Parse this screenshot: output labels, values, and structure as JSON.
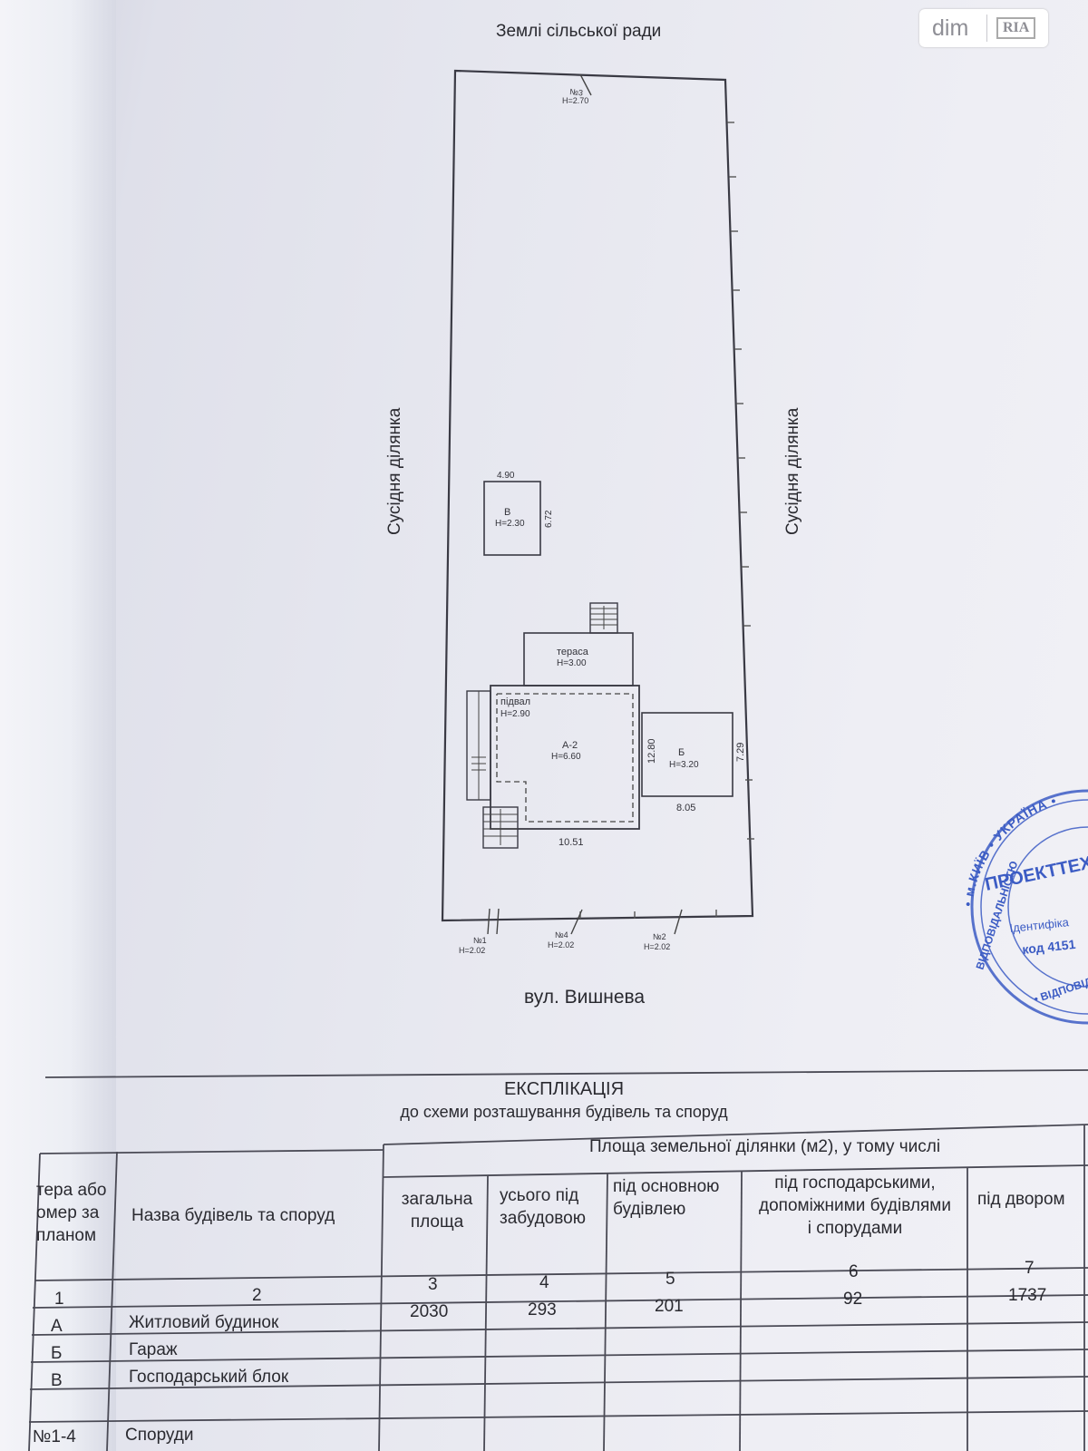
{
  "watermark": {
    "dim": "dim",
    "ria": "RIA"
  },
  "plan": {
    "top_label": "Землі сільської ради",
    "street_label": "вул. Вишнева",
    "left_label": "Сусідня ділянка",
    "right_label": "Сусідня ділянка",
    "points": [
      {
        "id": "№3",
        "h": "H=2.70"
      },
      {
        "id": "№1",
        "h": "H=2.02"
      },
      {
        "id": "№4",
        "h": "H=2.02"
      },
      {
        "id": "№2",
        "h": "H=2.02"
      }
    ],
    "buildings": {
      "v": {
        "name": "В",
        "h": "H=2.30",
        "w": "4.90",
        "d": "6.72"
      },
      "terrace": {
        "name": "тераса",
        "h": "H=3.00"
      },
      "cellar": {
        "name": "підвал",
        "h": "H=2.90"
      },
      "a": {
        "name": "А-2",
        "h": "H=6.60",
        "w": "10.51",
        "d": "12.80"
      },
      "b": {
        "name": "Б",
        "h": "H=3.20",
        "w": "8.05",
        "d": "7.29"
      }
    }
  },
  "stamp": {
    "ring_text": "• м.КИЇВ • УКРАЇНА •",
    "side_text": "ВІДПОВІДАЛЬНІСТЮ",
    "bottom_text": "• ВІДПОВІД",
    "company": "ПРОЕКТТЕХСЕР",
    "id_label": "Ідентифіка",
    "code": "код 4151"
  },
  "explication": {
    "title": "ЕКСПЛІКАЦІЯ",
    "subtitle": "до схеми розташування будівель та споруд",
    "group_header": "Площа  земельної ділянки (м2), у тому числі",
    "col1": [
      "тера або",
      "омер за",
      "планом"
    ],
    "col2": "Назва будівель  та споруд",
    "col3": [
      "загальна",
      "площа"
    ],
    "col4": [
      "усього під",
      "забудовою"
    ],
    "col5": [
      "під основною",
      "будівлею"
    ],
    "col6": [
      "під господарськими,",
      "допоміжними будівлями",
      "і спорудами"
    ],
    "col7": "під двором",
    "numbers": [
      "1",
      "2",
      "3",
      "4",
      "5",
      "6",
      "7"
    ],
    "rows": [
      {
        "letter": "А",
        "name": "Житловий будинок",
        "c3": "2030",
        "c4": "293",
        "c5": "201",
        "c6": "92",
        "c7": "1737"
      },
      {
        "letter": "Б",
        "name": "Гараж",
        "c3": "",
        "c4": "",
        "c5": "",
        "c6": "",
        "c7": ""
      },
      {
        "letter": "В",
        "name": "Господарський блок",
        "c3": "",
        "c4": "",
        "c5": "",
        "c6": "",
        "c7": ""
      },
      {
        "letter": "",
        "name": "",
        "c3": "",
        "c4": "",
        "c5": "",
        "c6": "",
        "c7": ""
      },
      {
        "letter": "№1-4",
        "name": "Споруди",
        "c3": "",
        "c4": "",
        "c5": "",
        "c6": "",
        "c7": ""
      }
    ]
  }
}
